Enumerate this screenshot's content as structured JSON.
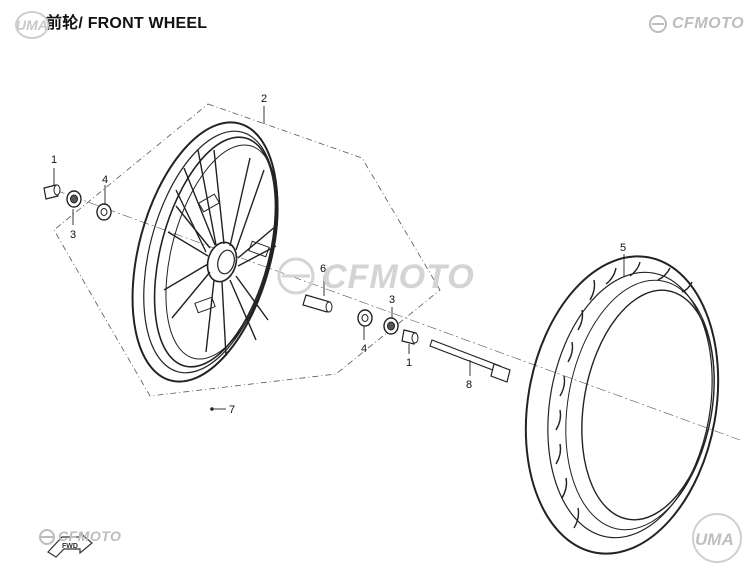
{
  "title": "前轮/ FRONT WHEEL",
  "brand": {
    "watermark": "CFMOTO",
    "uma": "UMA",
    "fwd": "FWD"
  },
  "callouts": [
    {
      "id": "c1a",
      "label": "1"
    },
    {
      "id": "c3a",
      "label": "3"
    },
    {
      "id": "c4a",
      "label": "4"
    },
    {
      "id": "c2",
      "label": "2"
    },
    {
      "id": "c6",
      "label": "6"
    },
    {
      "id": "c3b",
      "label": "3"
    },
    {
      "id": "c4b",
      "label": "4"
    },
    {
      "id": "c1b",
      "label": "1"
    },
    {
      "id": "c5",
      "label": "5"
    },
    {
      "id": "c8",
      "label": "8"
    },
    {
      "id": "c7",
      "label": "7"
    }
  ],
  "colors": {
    "line": "#222222",
    "watermark": "#d0d0d0",
    "dash": "#555555"
  }
}
